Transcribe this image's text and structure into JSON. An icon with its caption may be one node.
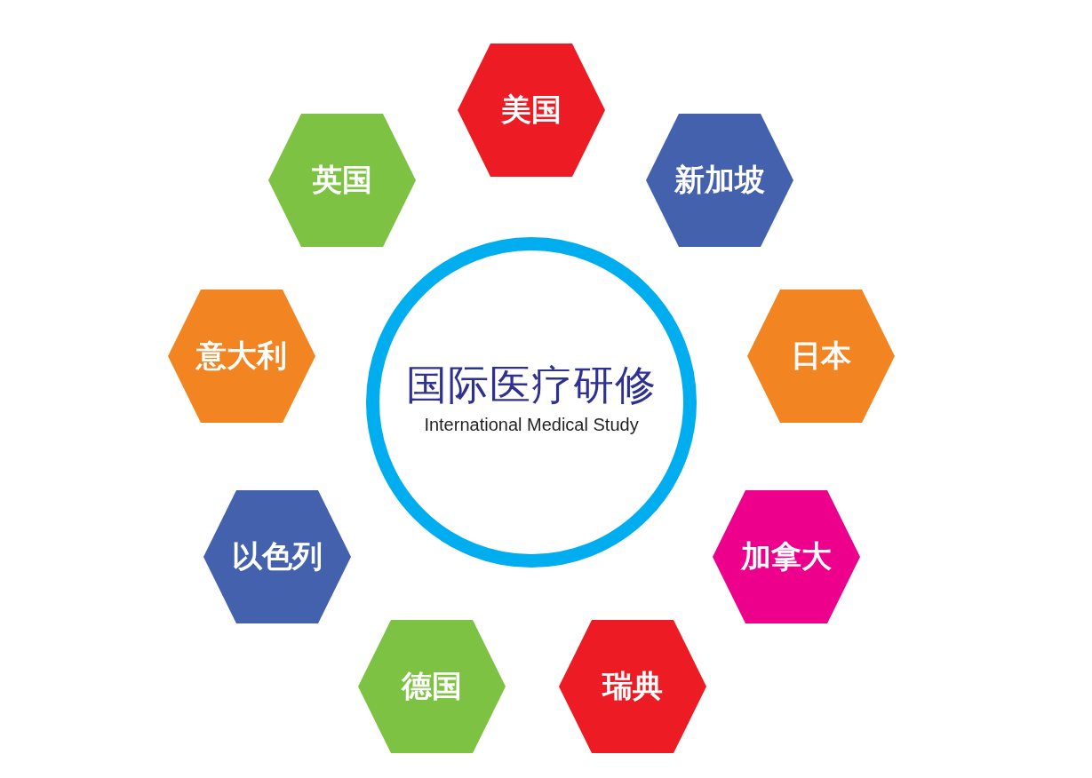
{
  "diagram": {
    "nodes": [
      {
        "text": [
          "国际医疗研修",
          "International Medical Study"
        ]
      },
      {
        "text": [
          "美国"
        ]
      },
      {
        "text": [
          "新加坡"
        ]
      },
      {
        "text": [
          "日本"
        ]
      },
      {
        "text": [
          "加拿大"
        ]
      },
      {
        "text": [
          "瑞典"
        ]
      },
      {
        "text": [
          "德国"
        ]
      },
      {
        "text": [
          "以色列"
        ]
      },
      {
        "text": [
          "意大利"
        ]
      },
      {
        "text": [
          "英国"
        ]
      }
    ]
  }
}
